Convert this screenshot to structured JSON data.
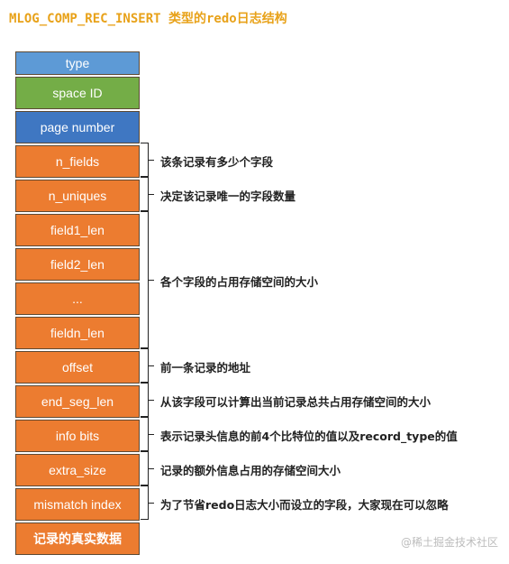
{
  "title": "MLOG_COMP_REC_INSERT 类型的redo日志结构",
  "cells": [
    {
      "label": "type",
      "color": "#5d9ad6"
    },
    {
      "label": "space ID",
      "color": "#74ad47"
    },
    {
      "label": "page number",
      "color": "#3f77c2"
    },
    {
      "label": "n_fields",
      "color": "#ec7c30"
    },
    {
      "label": "n_uniques",
      "color": "#ec7c30"
    },
    {
      "label": "field1_len",
      "color": "#ec7c30"
    },
    {
      "label": "field2_len",
      "color": "#ec7c30"
    },
    {
      "label": "...",
      "color": "#ec7c30"
    },
    {
      "label": "fieldn_len",
      "color": "#ec7c30"
    },
    {
      "label": "offset",
      "color": "#ec7c30"
    },
    {
      "label": "end_seg_len",
      "color": "#ec7c30"
    },
    {
      "label": "info bits",
      "color": "#ec7c30"
    },
    {
      "label": "extra_size",
      "color": "#ec7c30"
    },
    {
      "label": "mismatch index",
      "color": "#ec7c30"
    },
    {
      "label": "记录的真实数据",
      "color": "#ec7c30"
    }
  ],
  "notes": [
    "该条记录有多少个字段",
    "决定该记录唯一的字段数量",
    "各个字段的占用存储空间的大小",
    "前一条记录的地址",
    "从该字段可以计算出当前记录总共占用存储空间的大小",
    "表示记录头信息的前4个比特位的值以及record_type的值",
    "记录的额外信息占用的存储空间大小",
    "为了节省redo日志大小而设立的字段，大家现在可以忽略"
  ],
  "watermark": "@稀土掘金技术社区"
}
